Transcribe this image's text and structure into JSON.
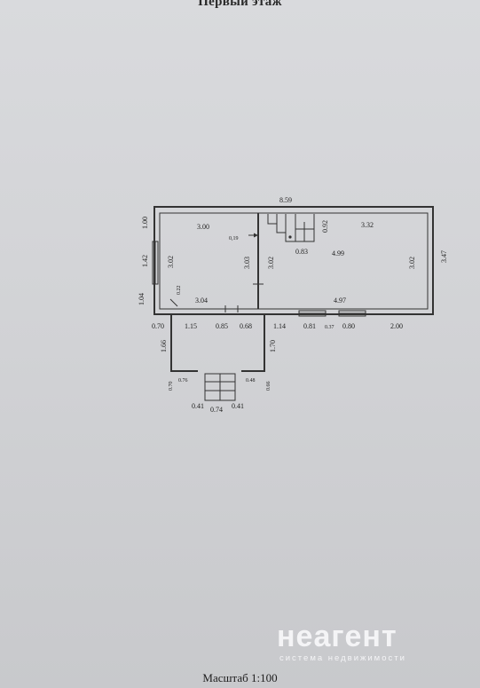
{
  "title": "Первый этаж",
  "scale_label": "Масштаб 1:100",
  "watermark": {
    "brand": "неагент",
    "tagline": "система недвижимости"
  },
  "dimensions": {
    "total_width": "8.59",
    "right_height": "3.47",
    "left_top": "1.00",
    "left_window": "1.42",
    "left_bottom": "1.04",
    "room_left_width_top": "3.00",
    "room_left_height": "3.02",
    "room_left_width_bottom": "3.04",
    "niche": "0.22",
    "partition_gap": "0,19",
    "partition_height": "3.03",
    "mid_height": "3.02",
    "stair_width": "0.83",
    "stair_height": "0.92",
    "room_right_width_top": "3.32",
    "room_right_mid": "4.99",
    "room_right_height": "3.02",
    "room_right_width_bottom": "4.97",
    "porch_offset": "0.70",
    "seg1": "1.15",
    "seg2": "0.85",
    "seg3": "0.68",
    "seg4": "1.14",
    "seg5": "0.81",
    "seg6": "0.37",
    "seg7": "0.80",
    "seg8": "2.00",
    "porch_left_h": "1.66",
    "porch_right_h": "1.70",
    "porch_step_left_h": "0.70",
    "porch_step_left_w": "0.76",
    "porch_step_right_w": "0.48",
    "porch_step_right_h": "0.66",
    "steps_left": "0.41",
    "steps_mid": "0.74",
    "steps_right": "0.41"
  }
}
